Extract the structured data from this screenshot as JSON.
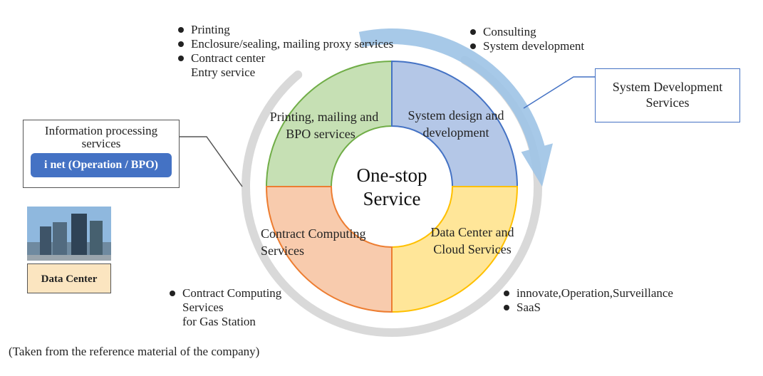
{
  "center": {
    "line1": "One-stop",
    "line2": "Service"
  },
  "segments": {
    "top_left": {
      "line1": "Printing, mailing and",
      "line2": "BPO services",
      "color": "#c6e0b4",
      "stroke": "#70ad47"
    },
    "top_right": {
      "line1": "System design and",
      "line2": "development",
      "color": "#b4c7e7",
      "stroke": "#4472c4"
    },
    "bottom_right": {
      "line1": "Data Center and",
      "line2": "Cloud Services",
      "color": "#ffe699",
      "stroke": "#ffc000"
    },
    "bottom_left": {
      "line1": "Contract Computing",
      "line2": "Services",
      "color": "#f8cbad",
      "stroke": "#ed7d31"
    }
  },
  "bullets": {
    "top_left": [
      "Printing",
      "Enclosure/sealing, mailing proxy services",
      "Contract center\nEntry service"
    ],
    "top_right": [
      "Consulting",
      "System development"
    ],
    "bottom_left": [
      "Contract Computing\nServices\nfor Gas Station"
    ],
    "bottom_right": [
      "innovate,Operation,Surveillance",
      "SaaS"
    ]
  },
  "left_box": {
    "line1": "Information processing",
    "line2": "services",
    "pill": "i net (Operation / BPO)",
    "pill_color": "#4472c4"
  },
  "right_box": {
    "line1": "System Development",
    "line2": "Services"
  },
  "data_center": {
    "label": "Data Center",
    "label_bg": "#fbe5c0"
  },
  "caption": "(Taken from the reference material of the company)",
  "colors": {
    "grey_arc": "#d9d9d9",
    "blue_arrow": "#9dc3e6"
  }
}
